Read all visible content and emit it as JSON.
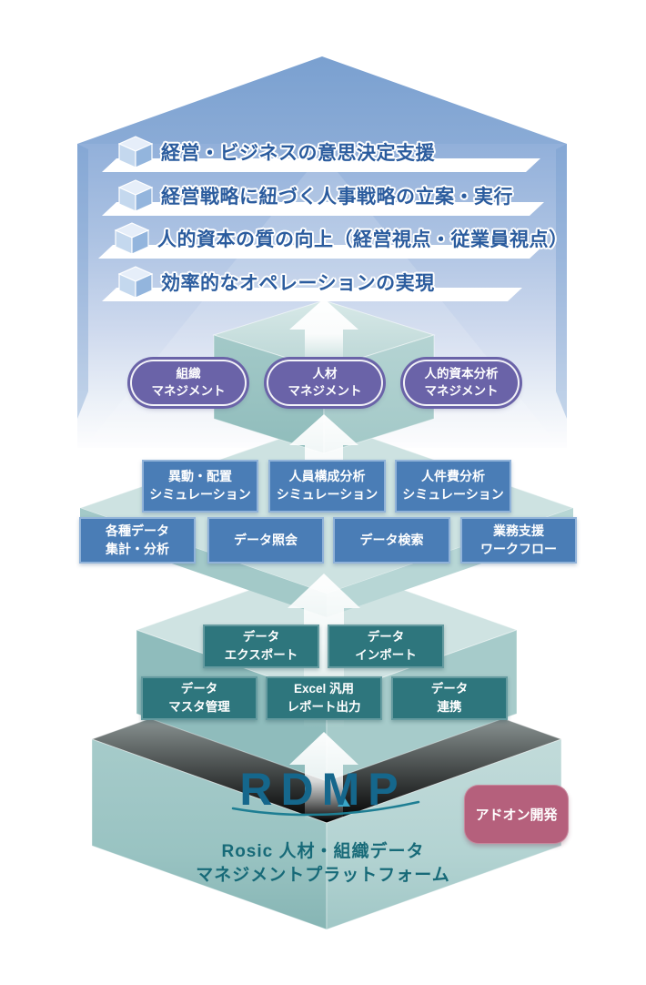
{
  "goals": {
    "items": [
      {
        "label": "経営・ビジネスの意思決定支援"
      },
      {
        "label": "経営戦略に紐づく人事戦略の立案・実行"
      },
      {
        "label": "人的資本の質の向上（経営視点・従業員視点）"
      },
      {
        "label": "効率的なオペレーションの実現"
      }
    ]
  },
  "management_layer": {
    "pills": [
      {
        "line1": "組織",
        "line2": "マネジメント"
      },
      {
        "line1": "人材",
        "line2": "マネジメント"
      },
      {
        "line1": "人的資本分析",
        "line2": "マネジメント"
      }
    ]
  },
  "application_layer": {
    "simulation_row": [
      {
        "line1": "異動・配置",
        "line2": "シミュレーション"
      },
      {
        "line1": "人員構成分析",
        "line2": "シミュレーション"
      },
      {
        "line1": "人件費分析",
        "line2": "シミュレーション"
      }
    ],
    "data_row": [
      {
        "line1": "各種データ",
        "line2": "集計・分析"
      },
      {
        "line1": "データ照会",
        "line2": ""
      },
      {
        "line1": "データ検索",
        "line2": ""
      },
      {
        "line1": "業務支援",
        "line2": "ワークフロー"
      }
    ]
  },
  "platform_layer": {
    "upper_row": [
      {
        "line1": "データ",
        "line2": "エクスポート"
      },
      {
        "line1": "データ",
        "line2": "インポート"
      }
    ],
    "lower_row": [
      {
        "line1": "データ",
        "line2": "マスタ管理"
      },
      {
        "line1": "Excel 汎用",
        "line2": "レポート出力"
      },
      {
        "line1": "データ",
        "line2": "連携"
      }
    ]
  },
  "base": {
    "logo": "RDMP",
    "subtitle_line1": "Rosic 人材・組織データ",
    "subtitle_line2": "マネジメントプラットフォーム",
    "addon_label": "アドオン開発"
  },
  "colors": {
    "goal_text": "#2b5c9e",
    "pyramid_top": "#7aa0d0",
    "pill_fill": "#6a63a8",
    "app_box_fill": "#4a7db6",
    "platform_box_fill": "#2e767d",
    "addon_fill": "#b5607c",
    "logo_color": "#15678c",
    "base_text_color": "#176a78",
    "teal_slab_light": "#cde2e1",
    "teal_slab_dark": "#8fbcbc"
  }
}
